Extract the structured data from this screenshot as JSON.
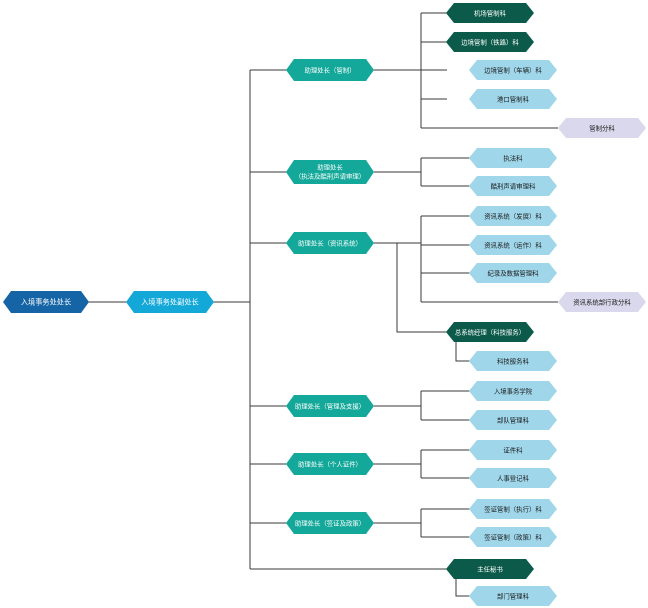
{
  "colors": {
    "root": "#1565a6",
    "deputy": "#13a8d8",
    "assistant": "#14a89a",
    "dark": "#0c5b4a",
    "light": "#9fd6ea",
    "lavender": "#dad8ec",
    "line": "#3a3a3a",
    "text_light": "#ffffff",
    "text_dark": "#1a1a1a"
  },
  "root": {
    "label": "入境事务处处长"
  },
  "deputy": {
    "label": "入境事务处副处长"
  },
  "assistants": [
    {
      "label": "助理处长（管制）"
    },
    {
      "label": "助理处长",
      "label2": "（执法及酷刑声请审理）"
    },
    {
      "label": "助理处长（资讯系统）"
    },
    {
      "label": "助理处长（管理及支援）"
    },
    {
      "label": "助理处长（个人证件）"
    },
    {
      "label": "助理处长（签证及政策）"
    }
  ],
  "control": {
    "dark_units": [
      "机场管制科",
      "边境管制（铁路）科"
    ],
    "light_units": [
      "边境管制（车辆）科",
      "港口管制科"
    ],
    "sub": "管制分科"
  },
  "enforcement": {
    "units": [
      "执法科",
      "酷刑声请审理科"
    ]
  },
  "it": {
    "units": [
      "资讯系统（发展）科",
      "资讯系统（运作）科",
      "纪录及数据管理科"
    ],
    "sub": "资讯系统部行政分科",
    "manager": "总系统经理（科技服务）",
    "manager_unit": "科技服务科"
  },
  "management": {
    "units": [
      "入境事务学院",
      "部队管理科"
    ]
  },
  "documents": {
    "units": [
      "证件科",
      "人事登记科"
    ]
  },
  "visa": {
    "units": [
      "签证管制（执行）科",
      "签证管制（政策）科"
    ]
  },
  "secretary": {
    "label": "主任秘书",
    "unit": "部门管理科"
  }
}
